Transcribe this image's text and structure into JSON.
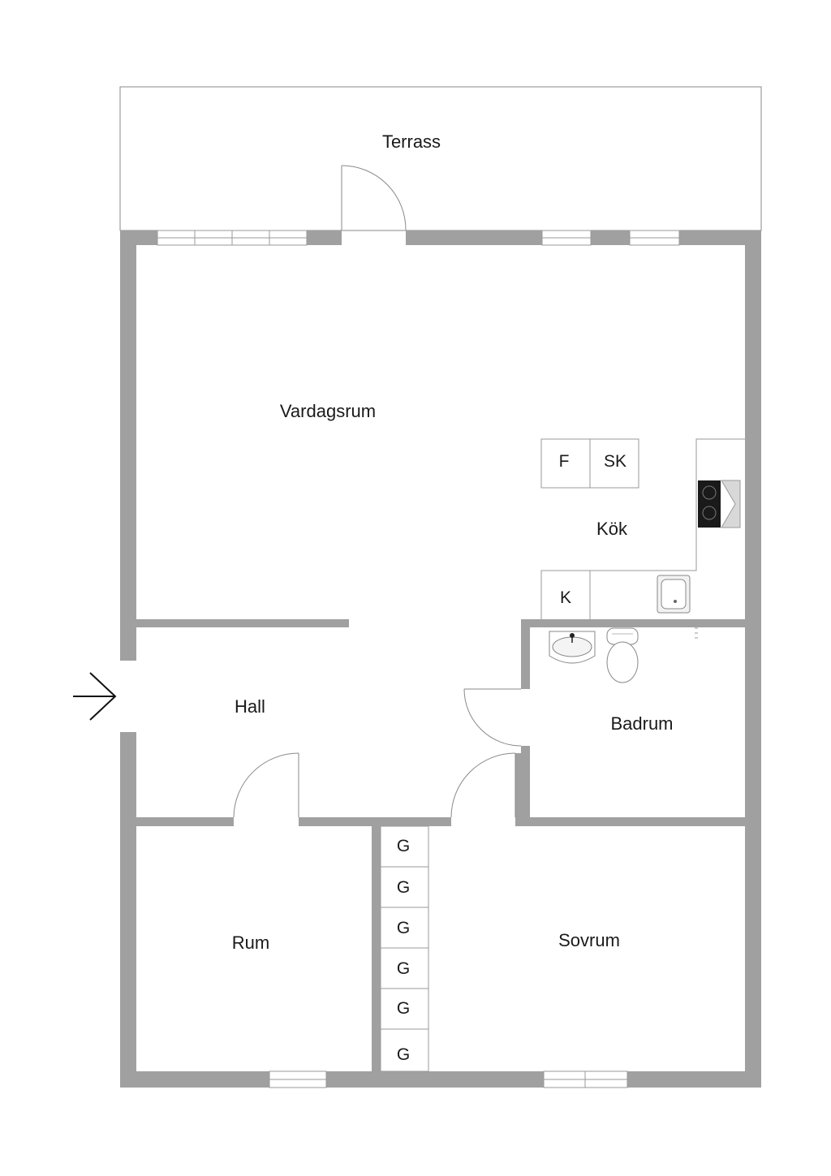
{
  "rooms": {
    "terrace": "Terrass",
    "living_room": "Vardagsrum",
    "kitchen": "Kök",
    "hall": "Hall",
    "bathroom": "Badrum",
    "room": "Rum",
    "bedroom": "Sovrum"
  },
  "appliances": {
    "fridge": "F",
    "freezer": "SK",
    "cooler": "K"
  },
  "wardrobe": {
    "label": "G",
    "count": 6
  },
  "colors": {
    "wall": "#a0a0a0",
    "background": "#ffffff",
    "text": "#1a1a1a"
  }
}
